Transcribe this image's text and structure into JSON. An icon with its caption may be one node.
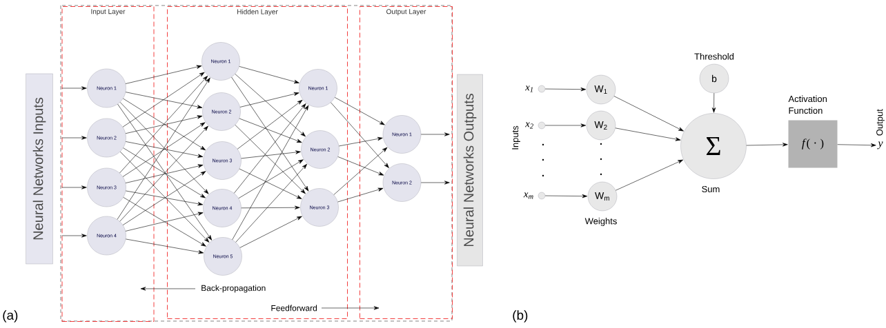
{
  "diagram": {
    "nodes": [
      {
        "text": [
          "Neural Networks Inputs"
        ]
      },
      {
        "text": [
          "Input Layer"
        ]
      },
      {
        "text": [
          "Neuron 1"
        ],
        "in": 1
      },
      {
        "text": [
          "Neuron 2"
        ],
        "in": 1
      },
      {
        "text": [
          "Neuron 3"
        ],
        "in": 1
      },
      {
        "text": [
          "Neuron 4"
        ],
        "in": 1
      },
      {
        "text": [
          "Hidden Layer"
        ]
      },
      {
        "text": [
          "Neuron 1"
        ],
        "in": 6
      },
      {
        "text": [
          "Neuron 2"
        ],
        "in": 6
      },
      {
        "text": [
          "Neuron 3"
        ],
        "in": 6
      },
      {
        "text": [
          "Neuron 4"
        ],
        "in": 6
      },
      {
        "text": [
          "Neuron 5"
        ],
        "in": 6
      },
      {
        "text": [
          "Neuron 1"
        ],
        "in": 6
      },
      {
        "text": [
          "Neuron 2"
        ],
        "in": 6
      },
      {
        "text": [
          "Neuron 3"
        ],
        "in": 6
      },
      {
        "text": [
          "Output Layer"
        ]
      },
      {
        "text": [
          "Neuron 1"
        ],
        "in": 15
      },
      {
        "text": [
          "Neuron 2"
        ],
        "in": 15
      },
      {
        "text": [
          "Neural Networks Outputs"
        ]
      },
      {
        "text": [],
        "shape": "circle",
        "beside": [
          "x$_{1}$"
        ]
      },
      {
        "text": [],
        "shape": "circle",
        "beside": [
          "x$_{2}$"
        ]
      },
      {
        "text": [],
        "shape": "circle",
        "beside": [
          "x$_{m}$"
        ]
      },
      {
        "text": [
          "W$_{1}$"
        ]
      },
      {
        "text": [
          "W$_{2}$"
        ]
      },
      {
        "text": [
          "W$_{m}$"
        ]
      },
      {
        "text": [
          "b"
        ],
        "beside": [
          "Threshold"
        ]
      },
      {
        "text": [
          "Σ"
        ],
        "beside": [
          "Sum"
        ]
      },
      {
        "text": [
          "*f*( · )"
        ],
        "beside": [
          "Activation Function"
        ]
      },
      {
        "text": [
          "y"
        ],
        "beside": [
          "Output"
        ]
      }
    ],
    "edges": [
      {
        "from": 0,
        "to": 2,
        "arrow": "to"
      },
      {
        "from": 0,
        "to": 3,
        "arrow": "to"
      },
      {
        "from": 0,
        "to": 4,
        "arrow": "to"
      },
      {
        "from": 0,
        "to": 5,
        "arrow": "to"
      },
      {
        "from": 2,
        "to": 7,
        "arrow": "to"
      },
      {
        "from": 2,
        "to": 8,
        "arrow": "to"
      },
      {
        "from": 2,
        "to": 9,
        "arrow": "to"
      },
      {
        "from": 2,
        "to": 10,
        "arrow": "to"
      },
      {
        "from": 2,
        "to": 11,
        "arrow": "to"
      },
      {
        "from": 3,
        "to": 7,
        "arrow": "to"
      },
      {
        "from": 3,
        "to": 8,
        "arrow": "to"
      },
      {
        "from": 3,
        "to": 9,
        "arrow": "to"
      },
      {
        "from": 3,
        "to": 10,
        "arrow": "to"
      },
      {
        "from": 3,
        "to": 11,
        "arrow": "to"
      },
      {
        "from": 4,
        "to": 7,
        "arrow": "to"
      },
      {
        "from": 4,
        "to": 8,
        "arrow": "to"
      },
      {
        "from": 4,
        "to": 9,
        "arrow": "to"
      },
      {
        "from": 4,
        "to": 10,
        "arrow": "to"
      },
      {
        "from": 4,
        "to": 11,
        "arrow": "to"
      },
      {
        "from": 5,
        "to": 7,
        "arrow": "to"
      },
      {
        "from": 5,
        "to": 8,
        "arrow": "to"
      },
      {
        "from": 5,
        "to": 9,
        "arrow": "to"
      },
      {
        "from": 5,
        "to": 10,
        "arrow": "to"
      },
      {
        "from": 5,
        "to": 11,
        "arrow": "to"
      },
      {
        "from": 7,
        "to": 12,
        "arrow": "to"
      },
      {
        "from": 7,
        "to": 13,
        "arrow": "to"
      },
      {
        "from": 7,
        "to": 14,
        "arrow": "to"
      },
      {
        "from": 8,
        "to": 12,
        "arrow": "to"
      },
      {
        "from": 8,
        "to": 13,
        "arrow": "to"
      },
      {
        "from": 8,
        "to": 14,
        "arrow": "to"
      },
      {
        "from": 9,
        "to": 12,
        "arrow": "to"
      },
      {
        "from": 9,
        "to": 13,
        "arrow": "to"
      },
      {
        "from": 9,
        "to": 14,
        "arrow": "to"
      },
      {
        "from": 10,
        "to": 12,
        "arrow": "to"
      },
      {
        "from": 10,
        "to": 13,
        "arrow": "to"
      },
      {
        "from": 10,
        "to": 14,
        "arrow": "to"
      },
      {
        "from": 11,
        "to": 12,
        "arrow": "to"
      },
      {
        "from": 11,
        "to": 13,
        "arrow": "to"
      },
      {
        "from": 11,
        "to": 14,
        "arrow": "to"
      },
      {
        "from": 12,
        "to": 16,
        "arrow": "to"
      },
      {
        "from": 12,
        "to": 17,
        "arrow": "to"
      },
      {
        "from": 13,
        "to": 16,
        "arrow": "to"
      },
      {
        "from": 13,
        "to": 17,
        "arrow": "to"
      },
      {
        "from": 14,
        "to": 16,
        "arrow": "to"
      },
      {
        "from": 14,
        "to": 17,
        "arrow": "to"
      },
      {
        "from": 16,
        "to": 18,
        "arrow": "to"
      },
      {
        "from": 17,
        "to": 18,
        "arrow": "to"
      },
      {
        "from": 19,
        "to": 22,
        "arrow": "to"
      },
      {
        "from": 20,
        "to": 23,
        "arrow": "to"
      },
      {
        "from": 21,
        "to": 24,
        "arrow": "to"
      },
      {
        "from": 22,
        "to": 26,
        "arrow": "to"
      },
      {
        "from": 23,
        "to": 26,
        "arrow": "to"
      },
      {
        "from": 24,
        "to": 26,
        "arrow": "to"
      },
      {
        "from": 25,
        "to": 26,
        "arrow": "to"
      },
      {
        "from": 26,
        "to": 27,
        "arrow": "to"
      },
      {
        "from": 27,
        "to": 28,
        "arrow": "to"
      }
    ],
    "labels": [
      "Back-propagation",
      "Feedforward",
      "(a)",
      "Inputs",
      "Weights",
      "(b)"
    ]
  }
}
